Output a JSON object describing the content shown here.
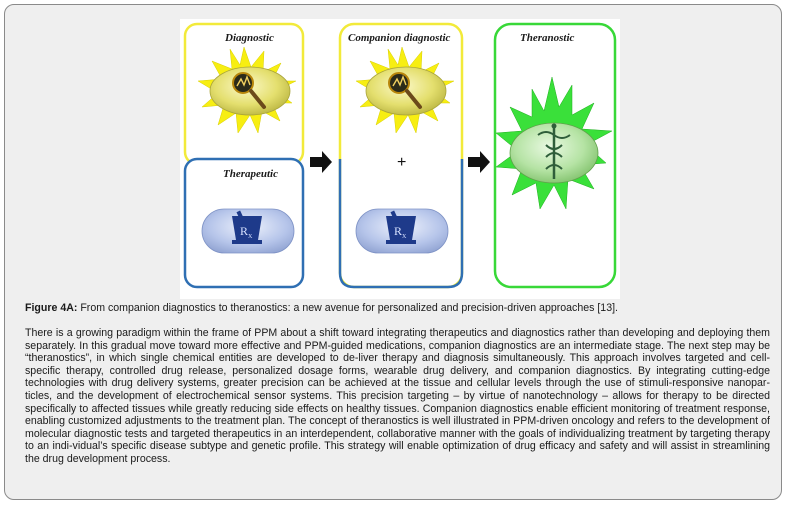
{
  "figure": {
    "labels": {
      "diagnostic": "Diagnostic",
      "companion": "Companion diagnostic",
      "theranostic": "Theranostic",
      "therapeutic": "Therapeutic",
      "plus": "+",
      "rx": "R",
      "rx_sub": "X"
    },
    "colors": {
      "yellow_border": "#f2ea3a",
      "blue_border": "#2f6fb3",
      "green_border": "#38d838",
      "star_yellow": "#f7ee12",
      "star_green": "#3ae03a",
      "pill_yellow": "#e6e27a",
      "pill_blue": "#b9c8ec"
    }
  },
  "caption": {
    "label": "Figure 4A:",
    "text": " From companion diagnostics to theranostics: a new avenue for personalized and precision-driven approaches [13]."
  },
  "body": "There is a growing paradigm within the frame of PPM about a shift toward integrating therapeutics and diagnostics rather than developing and deploying them separately. In this gradual move toward more effective and PPM-guided medications, companion diagnostics are an intermediate stage. The next step may be “theranostics”, in which single chemical entities are developed to de-liver therapy and diagnosis simultaneously. This approach involves targeted and cell-specific therapy, controlled drug release, personalized dosage forms, wearable drug delivery, and companion diagnostics. By integrating cutting-edge technologies with drug delivery systems, greater precision can be achieved at the tissue and cellular levels through the use of stimuli-responsive nanopar-ticles, and the development of electrochemical sensor systems. This precision targeting – by virtue of nanotechnology – allows for therapy to be directed specifically to affected tissues while greatly reducing side effects on healthy tissues. Companion diagnostics enable efficient monitoring of treatment response, enabling customized adjustments to the treatment plan. The concept of theranostics is well illustrated in PPM-driven oncology and refers to the development of molecular diagnostic tests and targeted therapeutics in an interdependent, collaborative manner with the goals of individualizing treatment by targeting therapy to an indi-vidual’s specific disease subtype and genetic profile. This strategy will enable optimization of drug efficacy and safety and will assist in streamlining the drug development process."
}
